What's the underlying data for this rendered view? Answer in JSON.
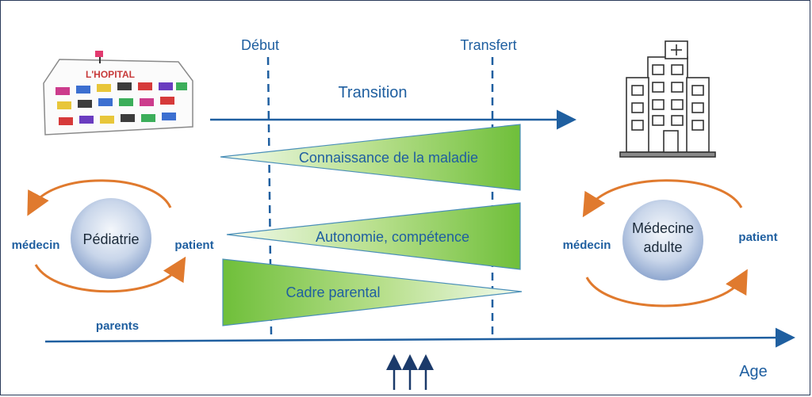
{
  "milestones": {
    "start": "Début",
    "transfer": "Transfert"
  },
  "transition": "Transition",
  "bands": {
    "knowledge": "Connaissance de la maladie",
    "autonomy": "Autonomie, compétence",
    "parental": "Cadre parental"
  },
  "left_cycle": {
    "center": "Pédiatrie",
    "left": "médecin",
    "right": "patient",
    "bottom": "parents"
  },
  "right_cycle": {
    "center_line1": "Médecine",
    "center_line2": "adulte",
    "left": "médecin",
    "right": "patient"
  },
  "hospital_sign": "L'HOPITAL",
  "axis_label": "Age",
  "colors": {
    "arrow_blue": "#1f5fa0",
    "orange": "#e07a2e",
    "green": "#6fbf3a",
    "text_blue": "#1f5fa0"
  }
}
